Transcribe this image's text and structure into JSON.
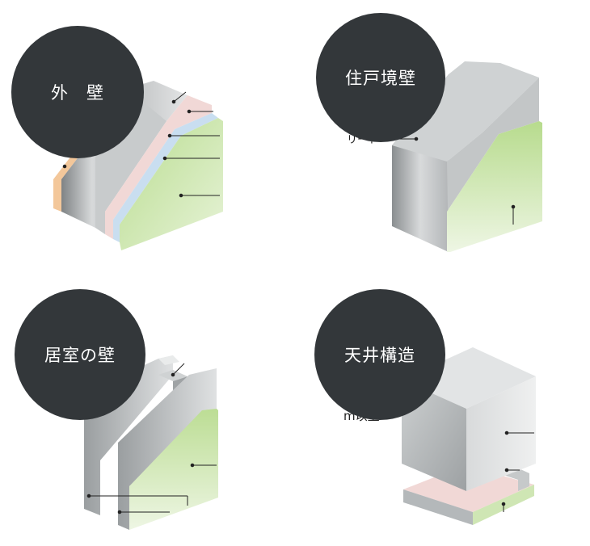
{
  "panels": {
    "outer_wall": {
      "title": "外　壁"
    },
    "party_wall": {
      "title": "住戸境壁",
      "label_fragment": "リート"
    },
    "room_wall": {
      "title": "居室の壁"
    },
    "ceiling": {
      "title": "天井構造",
      "note_mark": "※",
      "label_fragment": "m以上"
    }
  },
  "colors": {
    "circle": "#33373a",
    "concrete_light": "#e6e8e8",
    "concrete_dark": "#8c9092",
    "board_green": "#c9e4a6",
    "insulation_orange": "#f3c79a",
    "insulation_blue": "#c9def0",
    "pink": "#f1d8d6"
  }
}
